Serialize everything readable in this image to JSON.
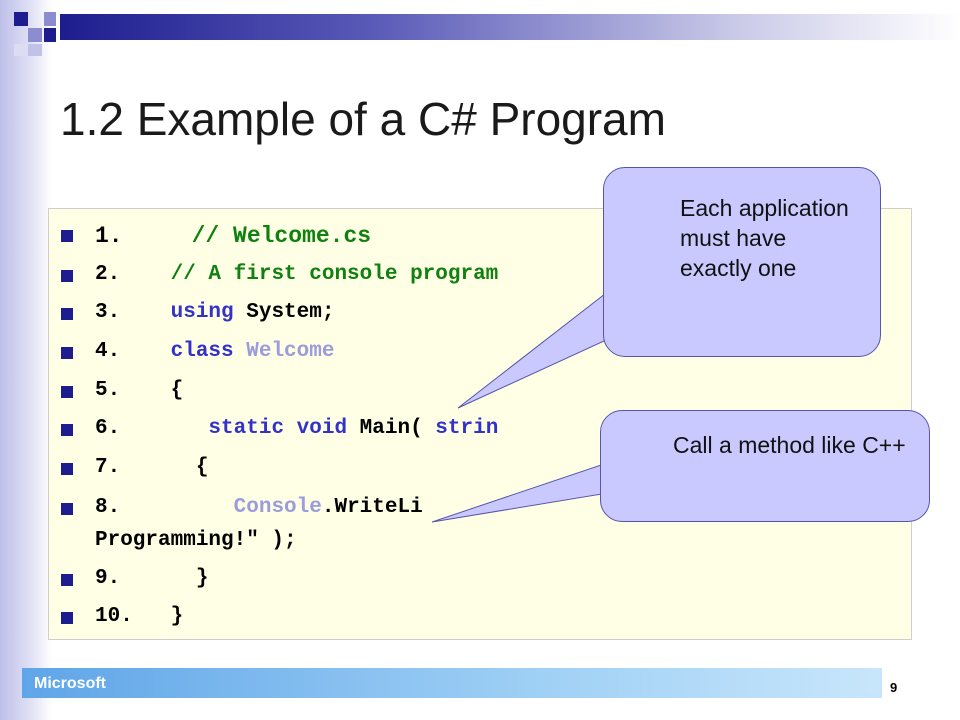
{
  "slide": {
    "title": "1.2 Example of a C# Program",
    "footer_label": "Microsoft",
    "page_number": "9"
  },
  "code_lines": [
    {
      "num": "1.",
      "segments": [
        {
          "cls": "c-comment",
          "text": "     // Welcome.cs"
        }
      ]
    },
    {
      "num": "2.",
      "segments": [
        {
          "cls": "c-comment",
          "text": "    // A first console program"
        }
      ]
    },
    {
      "num": "3.",
      "segments": [
        {
          "cls": "c-kw",
          "text": "    using"
        },
        {
          "cls": "c-plain",
          "text": " System;"
        }
      ]
    },
    {
      "num": "4.",
      "segments": [
        {
          "cls": "c-kw",
          "text": "    class"
        },
        {
          "cls": "c-type",
          "text": " Welcome"
        }
      ]
    },
    {
      "num": "5.",
      "segments": [
        {
          "cls": "c-plain",
          "text": "    {"
        }
      ]
    },
    {
      "num": "6.",
      "segments": [
        {
          "cls": "c-kw",
          "text": "       static void"
        },
        {
          "cls": "c-plain",
          "text": " Main( "
        },
        {
          "cls": "c-kw",
          "text": "strin"
        }
      ]
    },
    {
      "num": "7.",
      "segments": [
        {
          "cls": "c-plain",
          "text": "      {"
        }
      ]
    },
    {
      "num": "8.",
      "segments": [
        {
          "cls": "c-type",
          "text": "         Console"
        },
        {
          "cls": "c-plain",
          "text": ".WriteLi"
        }
      ]
    },
    {
      "num": "",
      "segments": [
        {
          "cls": "c-plain",
          "text": "Programming!\" );"
        }
      ]
    },
    {
      "num": "9.",
      "segments": [
        {
          "cls": "c-plain",
          "text": "      }"
        }
      ]
    },
    {
      "num": "10.",
      "segments": [
        {
          "cls": "c-plain",
          "text": "   }"
        }
      ]
    }
  ],
  "callouts": {
    "main_note": "Each application must have exactly one",
    "method_note": "Call a method like C++"
  },
  "colors": {
    "comment": "#108010",
    "keyword": "#3232c8",
    "type": "#9c9cdc",
    "callout_fill": "#c9c9ff",
    "code_background": "#ffffe5",
    "bullet": "#1d1d8f"
  }
}
